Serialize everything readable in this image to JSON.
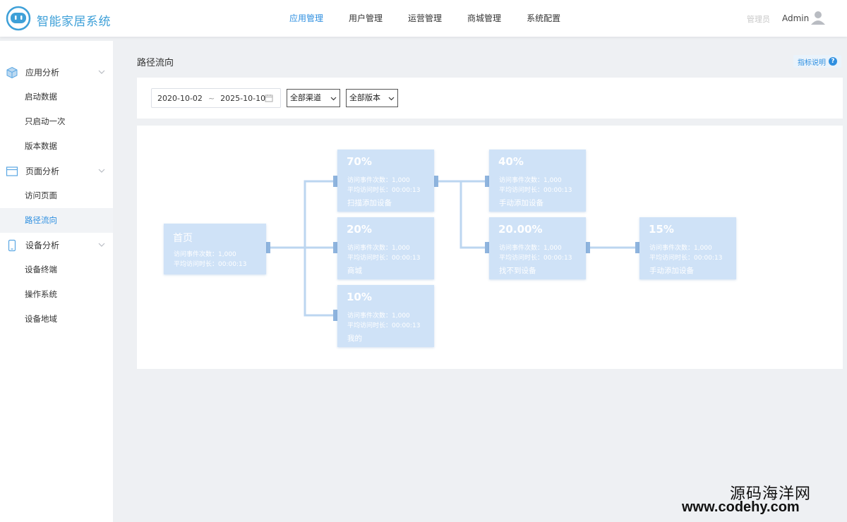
{
  "header": {
    "brand": "智能家居系统",
    "nav": [
      "应用管理",
      "用户管理",
      "运营管理",
      "商城管理",
      "系统配置"
    ],
    "active_nav_index": 0,
    "role": "管理员",
    "user": "Admin"
  },
  "sidebar": {
    "groups": [
      {
        "label": "应用分析",
        "icon": "cube-icon",
        "items": [
          "启动数据",
          "只启动一次",
          "版本数据"
        ]
      },
      {
        "label": "页面分析",
        "icon": "window-icon",
        "items": [
          "访问页面",
          "路径流向"
        ]
      },
      {
        "label": "设备分析",
        "icon": "phone-icon",
        "items": [
          "设备终端",
          "操作系统",
          "设备地域"
        ]
      }
    ],
    "active_item": "路径流向"
  },
  "page": {
    "title": "路径流向",
    "help_label": "指标说明",
    "help_icon": "question-icon"
  },
  "filters": {
    "date_start": "2020-10-02",
    "date_sep": "~",
    "date_end": "2025-10-10",
    "channel": "全部渠道",
    "version": "全部版本"
  },
  "flow": {
    "root": {
      "title": "首页",
      "visits": "访问事件次数：1,000",
      "duration": "平均访问时长：00:00:13"
    },
    "level1": [
      {
        "pct": "70%",
        "visits": "访问事件次数：1,000",
        "duration": "平均访问时长：00:00:13",
        "name": "扫描添加设备"
      },
      {
        "pct": "20%",
        "visits": "访问事件次数：1,000",
        "duration": "平均访问时长：00:00:13",
        "name": "商城"
      },
      {
        "pct": "10%",
        "visits": "访问事件次数：1,000",
        "duration": "平均访问时长：00:00:13",
        "name": "我的"
      }
    ],
    "level2": [
      {
        "pct": "40%",
        "visits": "访问事件次数：1,000",
        "duration": "平均访问时长：00:00:13",
        "name": "手动添加设备"
      },
      {
        "pct": "20.00%",
        "visits": "访问事件次数：1,000",
        "duration": "平均访问时长：00:00:13",
        "name": "找不到设备"
      }
    ],
    "level3": [
      {
        "pct": "15%",
        "visits": "访问事件次数：1,000",
        "duration": "平均访问时长：00:00:13",
        "name": "手动添加设备"
      }
    ]
  },
  "watermark": {
    "cn": "源码海洋网",
    "url": "www.codehy.com"
  }
}
